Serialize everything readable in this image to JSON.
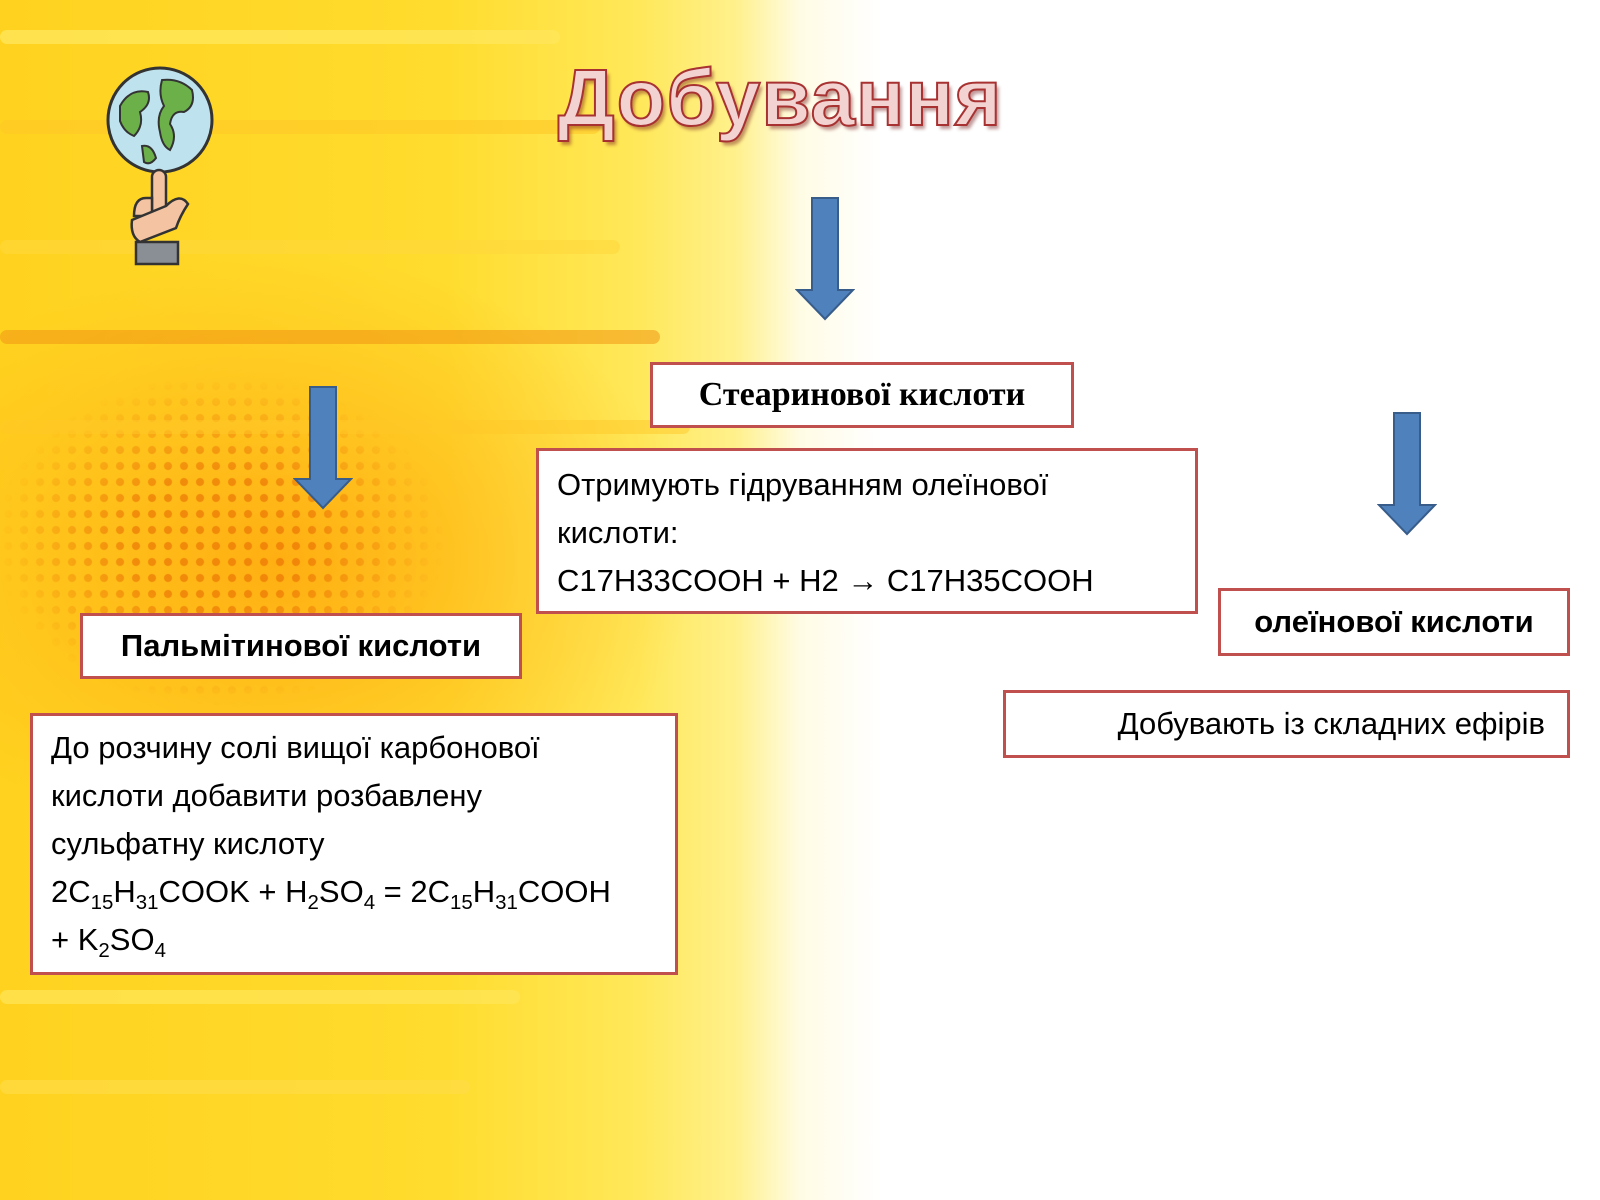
{
  "slide": {
    "title": "Добування"
  },
  "stearic": {
    "label": "Стеаринової кислоти",
    "desc_line1": "Отримують гідруванням олеїнової",
    "desc_line2": "кислоти:",
    "desc_equation": "C17H33COOH + H2 → C17H35COOH"
  },
  "palmitic": {
    "label": "Пальмітинової кислоти",
    "desc_line1": "До розчину солі вищої карбонової",
    "desc_line2": "кислоти добавити розбавлену",
    "desc_line3": "сульфатну кислоту",
    "eq": {
      "a1": "2C",
      "a2": "15",
      "a3": "H",
      "a4": "31",
      "a5": "COOK + H",
      "a6": "2",
      "a7": "SO",
      "a8": "4",
      "a9": " = 2C",
      "a10": "15",
      "a11": "H",
      "a12": "31",
      "a13": "COOH",
      "b1": "+ K",
      "b2": "2",
      "b3": "SO",
      "b4": "4"
    }
  },
  "oleic": {
    "label": "олеїнової кислоти",
    "desc": "Добувають із складних ефірів"
  },
  "colors": {
    "box_border": "#c0504d",
    "arrow_fill": "#4f81bd",
    "arrow_stroke": "#385d8a",
    "background_accent": "#ffd21f"
  },
  "icons": {
    "globe": "globe-on-finger-icon",
    "arrow": "arrow-down-icon"
  }
}
